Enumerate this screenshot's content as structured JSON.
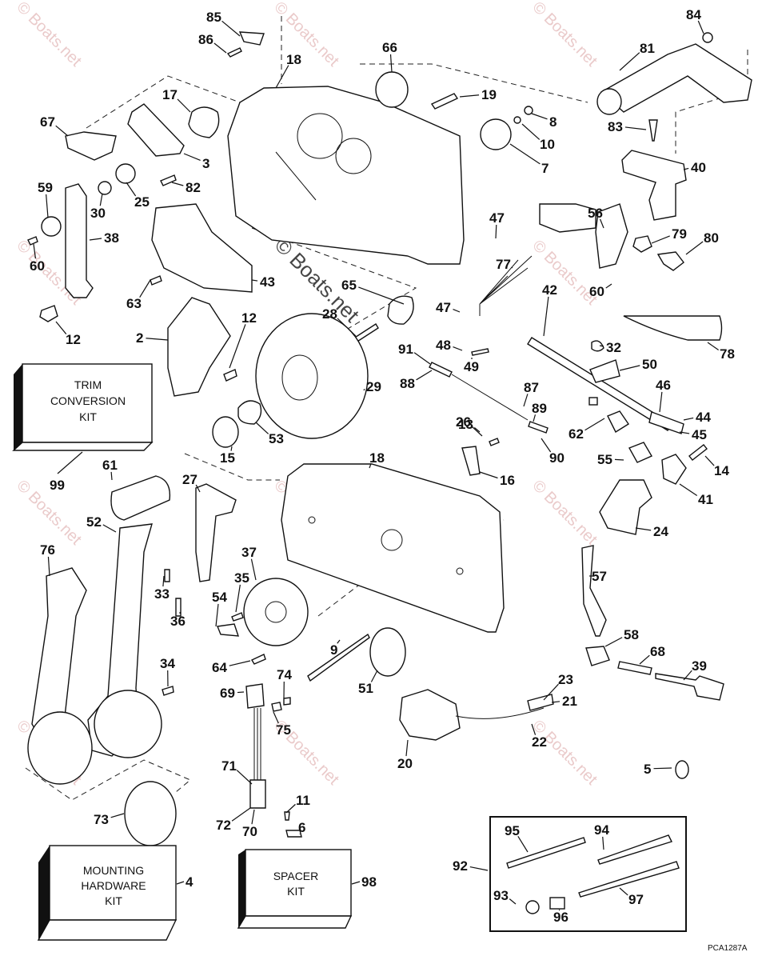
{
  "title": "Remote control exploded parts diagram",
  "watermark_text": "© Boats.net",
  "reference_code": "PCA1287A",
  "kits": [
    {
      "id": "trim-conversion-kit",
      "lines": [
        "TRIM",
        "CONVERSION",
        "KIT"
      ],
      "callout": "99"
    },
    {
      "id": "mounting-hardware-kit",
      "lines": [
        "MOUNTING",
        "HARDWARE",
        "KIT"
      ],
      "callout": "4"
    },
    {
      "id": "spacer-kit",
      "lines": [
        "SPACER",
        "KIT"
      ],
      "callout": "98"
    }
  ],
  "hardware_group": {
    "callout": "92",
    "items": [
      "95",
      "94",
      "93",
      "96",
      "97"
    ]
  },
  "callouts": [
    {
      "n": "85"
    },
    {
      "n": "86"
    },
    {
      "n": "18"
    },
    {
      "n": "66"
    },
    {
      "n": "84"
    },
    {
      "n": "81"
    },
    {
      "n": "17"
    },
    {
      "n": "19"
    },
    {
      "n": "67"
    },
    {
      "n": "8"
    },
    {
      "n": "10"
    },
    {
      "n": "3"
    },
    {
      "n": "7"
    },
    {
      "n": "83"
    },
    {
      "n": "25"
    },
    {
      "n": "82"
    },
    {
      "n": "59"
    },
    {
      "n": "30"
    },
    {
      "n": "40"
    },
    {
      "n": "38"
    },
    {
      "n": "56"
    },
    {
      "n": "79"
    },
    {
      "n": "80"
    },
    {
      "n": "47"
    },
    {
      "n": "60"
    },
    {
      "n": "63"
    },
    {
      "n": "43"
    },
    {
      "n": "77"
    },
    {
      "n": "60"
    },
    {
      "n": "65"
    },
    {
      "n": "28"
    },
    {
      "n": "47"
    },
    {
      "n": "42"
    },
    {
      "n": "12"
    },
    {
      "n": "2"
    },
    {
      "n": "12"
    },
    {
      "n": "32"
    },
    {
      "n": "78"
    },
    {
      "n": "48"
    },
    {
      "n": "91"
    },
    {
      "n": "49"
    },
    {
      "n": "50"
    },
    {
      "n": "88"
    },
    {
      "n": "29"
    },
    {
      "n": "87"
    },
    {
      "n": "46"
    },
    {
      "n": "13"
    },
    {
      "n": "89"
    },
    {
      "n": "44"
    },
    {
      "n": "53"
    },
    {
      "n": "26"
    },
    {
      "n": "62"
    },
    {
      "n": "45"
    },
    {
      "n": "15"
    },
    {
      "n": "90"
    },
    {
      "n": "55"
    },
    {
      "n": "14"
    },
    {
      "n": "61"
    },
    {
      "n": "27"
    },
    {
      "n": "18"
    },
    {
      "n": "16"
    },
    {
      "n": "41"
    },
    {
      "n": "52"
    },
    {
      "n": "24"
    },
    {
      "n": "76"
    },
    {
      "n": "37"
    },
    {
      "n": "57"
    },
    {
      "n": "35"
    },
    {
      "n": "33"
    },
    {
      "n": "54"
    },
    {
      "n": "36"
    },
    {
      "n": "9"
    },
    {
      "n": "58"
    },
    {
      "n": "68"
    },
    {
      "n": "39"
    },
    {
      "n": "34"
    },
    {
      "n": "64"
    },
    {
      "n": "74"
    },
    {
      "n": "51"
    },
    {
      "n": "69"
    },
    {
      "n": "75"
    },
    {
      "n": "23"
    },
    {
      "n": "21"
    },
    {
      "n": "22"
    },
    {
      "n": "20"
    },
    {
      "n": "71"
    },
    {
      "n": "5"
    },
    {
      "n": "73"
    },
    {
      "n": "11"
    },
    {
      "n": "72"
    },
    {
      "n": "70"
    },
    {
      "n": "6"
    },
    {
      "n": "95"
    },
    {
      "n": "94"
    },
    {
      "n": "92"
    },
    {
      "n": "93"
    },
    {
      "n": "97"
    },
    {
      "n": "96"
    }
  ]
}
